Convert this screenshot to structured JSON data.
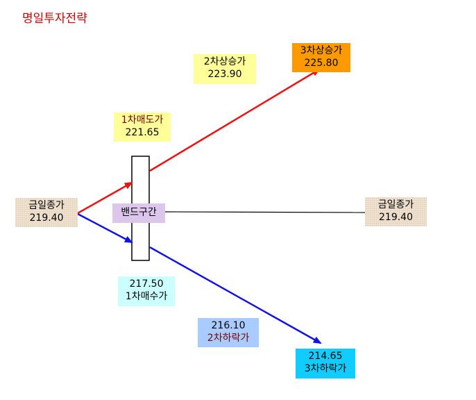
{
  "title": "명일투자전략",
  "colors": {
    "up": "#ee1111",
    "down": "#1111ee",
    "flat": "#000000",
    "title": "#cc0000"
  },
  "nodes": {
    "close_left": {
      "label": "금일종가",
      "value": "219.40",
      "bg": "#f1e3cf",
      "fg": "#000000",
      "fg2": "#000000"
    },
    "sell1": {
      "label": "1차매도가",
      "value": "221.65",
      "bg": "#ffff99",
      "fg": "#7a0000",
      "fg2": "#000000"
    },
    "up2": {
      "label": "2차상승가",
      "value": "223.90",
      "bg": "#ffff99",
      "fg": "#000000",
      "fg2": "#000000"
    },
    "up3": {
      "label": "3차상승가",
      "value": "225.80",
      "bg": "#ff9900",
      "fg": "#000000",
      "fg2": "#000000"
    },
    "band": {
      "label": "밴드구간",
      "bg": "#dcc6ec",
      "fg": "#000000"
    },
    "close_right": {
      "label": "금일종가",
      "value": "219.40",
      "bg": "#f1e3cf",
      "fg": "#000000",
      "fg2": "#000000"
    },
    "buy1": {
      "value": "217.50",
      "label": "1차매수가",
      "bg": "#ccffff",
      "fg": "#000000",
      "fg2": "#000000"
    },
    "down2": {
      "value": "216.10",
      "label": "2차하락가",
      "bg": "#a8ccff",
      "fg": "#000000",
      "fg2": "#7a0000"
    },
    "down3": {
      "value": "214.65",
      "label": "3차하락가",
      "bg": "#11ccff",
      "fg": "#000000",
      "fg2": "#000000"
    }
  }
}
